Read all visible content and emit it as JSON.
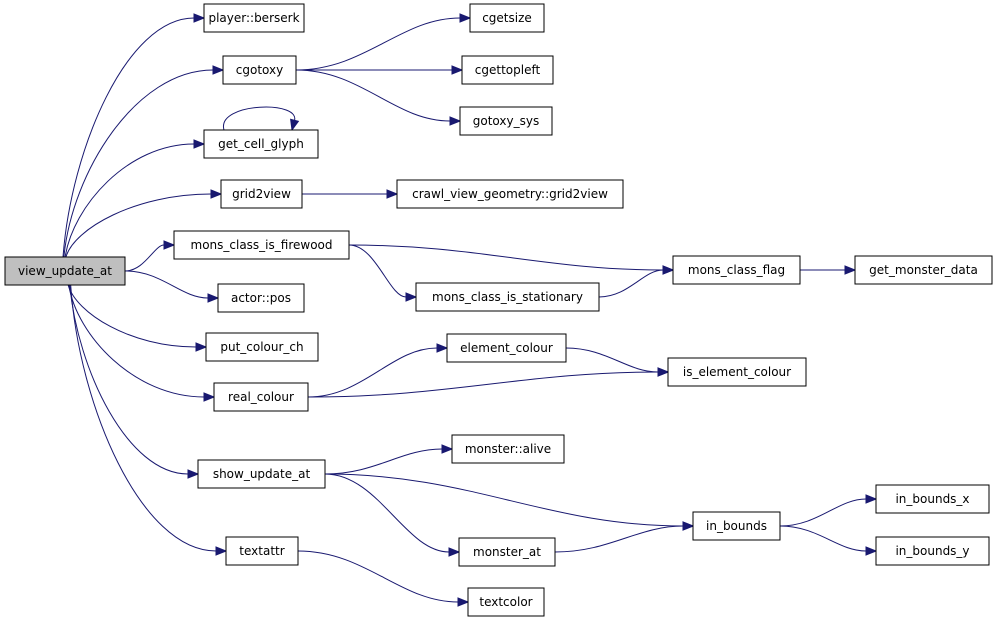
{
  "colors": {
    "edge": "#191970",
    "root_fill": "#bfbfbf",
    "node_fill": "#ffffff",
    "node_border": "#000000"
  },
  "nodes": {
    "view_update_at": "view_update_at",
    "player_berserk": "player::berserk",
    "cgotoxy": "cgotoxy",
    "get_cell_glyph": "get_cell_glyph",
    "grid2view": "grid2view",
    "mons_class_is_firewood": "mons_class_is_firewood",
    "actor_pos": "actor::pos",
    "put_colour_ch": "put_colour_ch",
    "real_colour": "real_colour",
    "show_update_at": "show_update_at",
    "textattr": "textattr",
    "cgetsize": "cgetsize",
    "cgettopleft": "cgettopleft",
    "gotoxy_sys": "gotoxy_sys",
    "crawl_view_geometry_grid2view": "crawl_view_geometry::grid2view",
    "mons_class_is_stationary": "mons_class_is_stationary",
    "mons_class_flag": "mons_class_flag",
    "get_monster_data": "get_monster_data",
    "element_colour": "element_colour",
    "is_element_colour": "is_element_colour",
    "monster_alive": "monster::alive",
    "in_bounds": "in_bounds",
    "monster_at": "monster_at",
    "in_bounds_x": "in_bounds_x",
    "in_bounds_y": "in_bounds_y",
    "textcolor": "textcolor"
  },
  "edges": [
    [
      "view_update_at",
      "player_berserk"
    ],
    [
      "view_update_at",
      "cgotoxy"
    ],
    [
      "view_update_at",
      "get_cell_glyph"
    ],
    [
      "view_update_at",
      "grid2view"
    ],
    [
      "view_update_at",
      "mons_class_is_firewood"
    ],
    [
      "view_update_at",
      "actor_pos"
    ],
    [
      "view_update_at",
      "put_colour_ch"
    ],
    [
      "view_update_at",
      "real_colour"
    ],
    [
      "view_update_at",
      "show_update_at"
    ],
    [
      "view_update_at",
      "textattr"
    ],
    [
      "cgotoxy",
      "cgetsize"
    ],
    [
      "cgotoxy",
      "cgettopleft"
    ],
    [
      "cgotoxy",
      "gotoxy_sys"
    ],
    [
      "get_cell_glyph",
      "get_cell_glyph"
    ],
    [
      "grid2view",
      "crawl_view_geometry_grid2view"
    ],
    [
      "mons_class_is_firewood",
      "mons_class_flag"
    ],
    [
      "mons_class_is_firewood",
      "mons_class_is_stationary"
    ],
    [
      "mons_class_is_stationary",
      "mons_class_flag"
    ],
    [
      "mons_class_flag",
      "get_monster_data"
    ],
    [
      "real_colour",
      "element_colour"
    ],
    [
      "real_colour",
      "is_element_colour"
    ],
    [
      "element_colour",
      "is_element_colour"
    ],
    [
      "show_update_at",
      "monster_alive"
    ],
    [
      "show_update_at",
      "in_bounds"
    ],
    [
      "show_update_at",
      "monster_at"
    ],
    [
      "monster_at",
      "in_bounds"
    ],
    [
      "in_bounds",
      "in_bounds_x"
    ],
    [
      "in_bounds",
      "in_bounds_y"
    ],
    [
      "textattr",
      "textcolor"
    ]
  ]
}
